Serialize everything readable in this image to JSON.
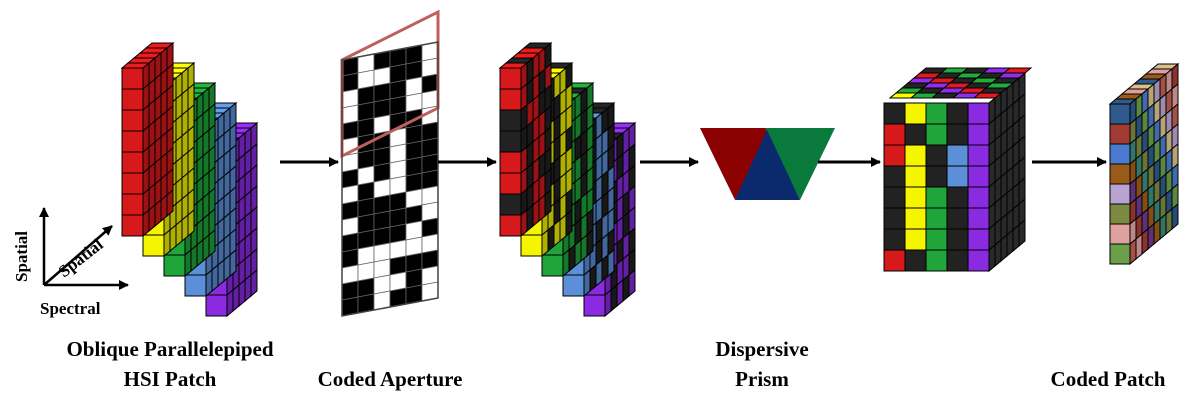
{
  "labels": {
    "hsi_patch_line1": "Oblique Parallelepiped",
    "hsi_patch_line2": "HSI Patch",
    "coded_aperture": "Coded Aperture",
    "prism_line1": "Dispersive",
    "prism_line2": "Prism",
    "coded_patch": "Coded Patch"
  },
  "axes": {
    "vertical": "Spatial",
    "diagonal": "Spatial",
    "horizontal": "Spectral"
  },
  "colors": {
    "bands": [
      "#d7191c",
      "#f5f500",
      "#1fa53a",
      "#5b8fd8",
      "#8a2be2"
    ],
    "masked": "#222222",
    "aperture_open": "#ffffff",
    "aperture_closed": "#000000",
    "aperture_highlight": "#c0605a",
    "prism": [
      "#8b0000",
      "#0b2a6e",
      "#0a7a3c"
    ],
    "coded_patch": [
      "#2e5b8c",
      "#a23b34",
      "#4a7bd0",
      "#9a5a18",
      "#b9a3d0",
      "#7b8a40",
      "#e0a0a0",
      "#6aa04a",
      "#6b3a8c",
      "#d9c08a",
      "#3a8a7a",
      "#c06050"
    ]
  }
}
